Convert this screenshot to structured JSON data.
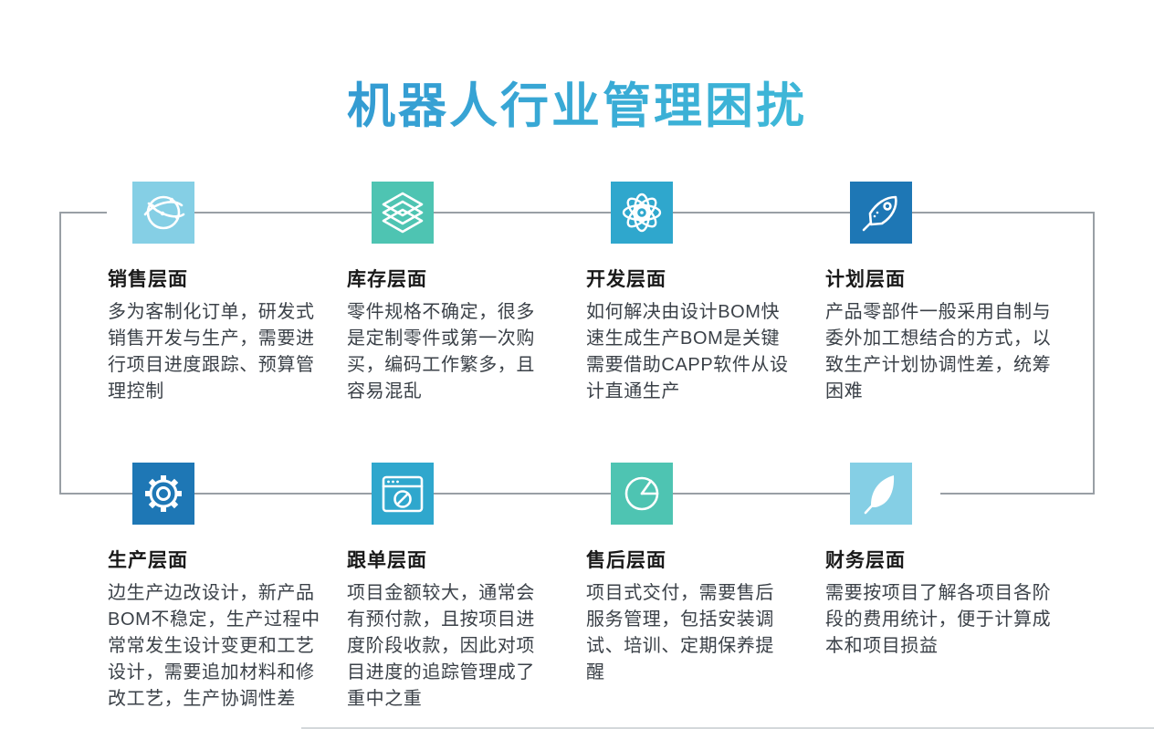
{
  "title": "机器人行业管理困扰",
  "colors": {
    "title_gradient_start": "#2F8FD0",
    "title_gradient_end": "#43C4DA",
    "connector_line": "#999FA5",
    "heading_text": "#1a1a1a",
    "body_text": "#3b4148"
  },
  "sections": [
    {
      "id": "sales",
      "icon": "globe-network-icon",
      "color": "#85CFE5",
      "heading": "销售层面",
      "body": [
        "多为客制化订单，研发式",
        "销售开发与生产，需要进",
        "行项目进度跟踪、预算管",
        "理控制"
      ]
    },
    {
      "id": "inventory",
      "icon": "layers-icon",
      "color": "#4EC4B2",
      "heading": "库存层面",
      "body": [
        "零件规格不确定，很多",
        "是定制零件或第一次购",
        "买，编码工作繁多，且",
        "容易混乱"
      ]
    },
    {
      "id": "development",
      "icon": "atom-icon",
      "color": "#2FA7CD",
      "heading": "开发层面",
      "body": [
        "如何解决由设计BOM快",
        "速生成生产BOM是关键",
        "需要借助CAPP软件从设",
        "计直通生产"
      ]
    },
    {
      "id": "planning",
      "icon": "rocket-icon",
      "color": "#1E77B5",
      "heading": "计划层面",
      "body": [
        "产品零部件一般采用自制与",
        "委外加工想结合的方式，以",
        "致生产计划协调性差，统筹",
        "困难"
      ]
    },
    {
      "id": "production",
      "icon": "gear-icon",
      "color": "#1E77B5",
      "heading": "生产层面",
      "body": [
        "边生产边改设计，新产品",
        "BOM不稳定，生产过程中",
        "常常发生设计变更和工艺",
        "设计，需要追加材料和修",
        "改工艺，生产协调性差"
      ]
    },
    {
      "id": "order-tracking",
      "icon": "browser-compass-icon",
      "color": "#2FA7CD",
      "heading": "跟单层面",
      "body": [
        "项目金额较大，通常会",
        "有预付款，且按项目进",
        "度阶段收款，因此对项",
        "目进度的追踪管理成了",
        "重中之重"
      ]
    },
    {
      "id": "after-sales",
      "icon": "pie-chart-icon",
      "color": "#4EC4B2",
      "heading": "售后层面",
      "body": [
        "项目式交付，需要售后",
        "服务管理，包括安装调",
        "试、培训、定期保养提",
        "醒"
      ]
    },
    {
      "id": "finance",
      "icon": "feather-icon",
      "color": "#85CFE5",
      "heading": "财务层面",
      "body": [
        "需要按项目了解各项目各阶",
        "段的费用统计，便于计算成",
        "本和项目损益"
      ]
    }
  ]
}
